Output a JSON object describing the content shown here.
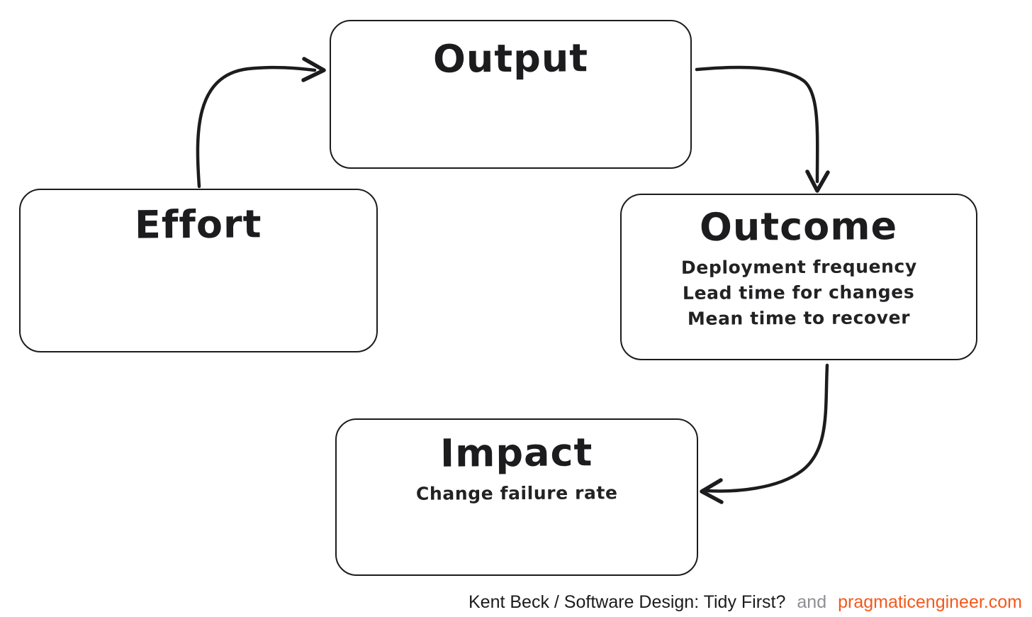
{
  "page": {
    "background_color": "#ffffff",
    "ink_color": "#1c1c1e"
  },
  "diagram": {
    "type": "flow",
    "style": "hand-drawn",
    "nodes": [
      {
        "id": "effort",
        "title": "Effort",
        "details": []
      },
      {
        "id": "output",
        "title": "Output",
        "details": []
      },
      {
        "id": "outcome",
        "title": "Outcome",
        "details": [
          "Deployment frequency",
          "Lead time for changes",
          "Mean time to recover"
        ]
      },
      {
        "id": "impact",
        "title": "Impact",
        "details": [
          "Change failure rate"
        ]
      }
    ],
    "edges": [
      {
        "from": "effort",
        "to": "output"
      },
      {
        "from": "output",
        "to": "outcome"
      },
      {
        "from": "outcome",
        "to": "impact"
      }
    ]
  },
  "footer": {
    "attribution": "Kent Beck / Software Design: Tidy First?",
    "conjunction": "and",
    "site": "pragmaticengineer.com",
    "attribution_color": "#1c1c1e",
    "conjunction_color": "#8e8e93",
    "site_color": "#f4581a"
  }
}
